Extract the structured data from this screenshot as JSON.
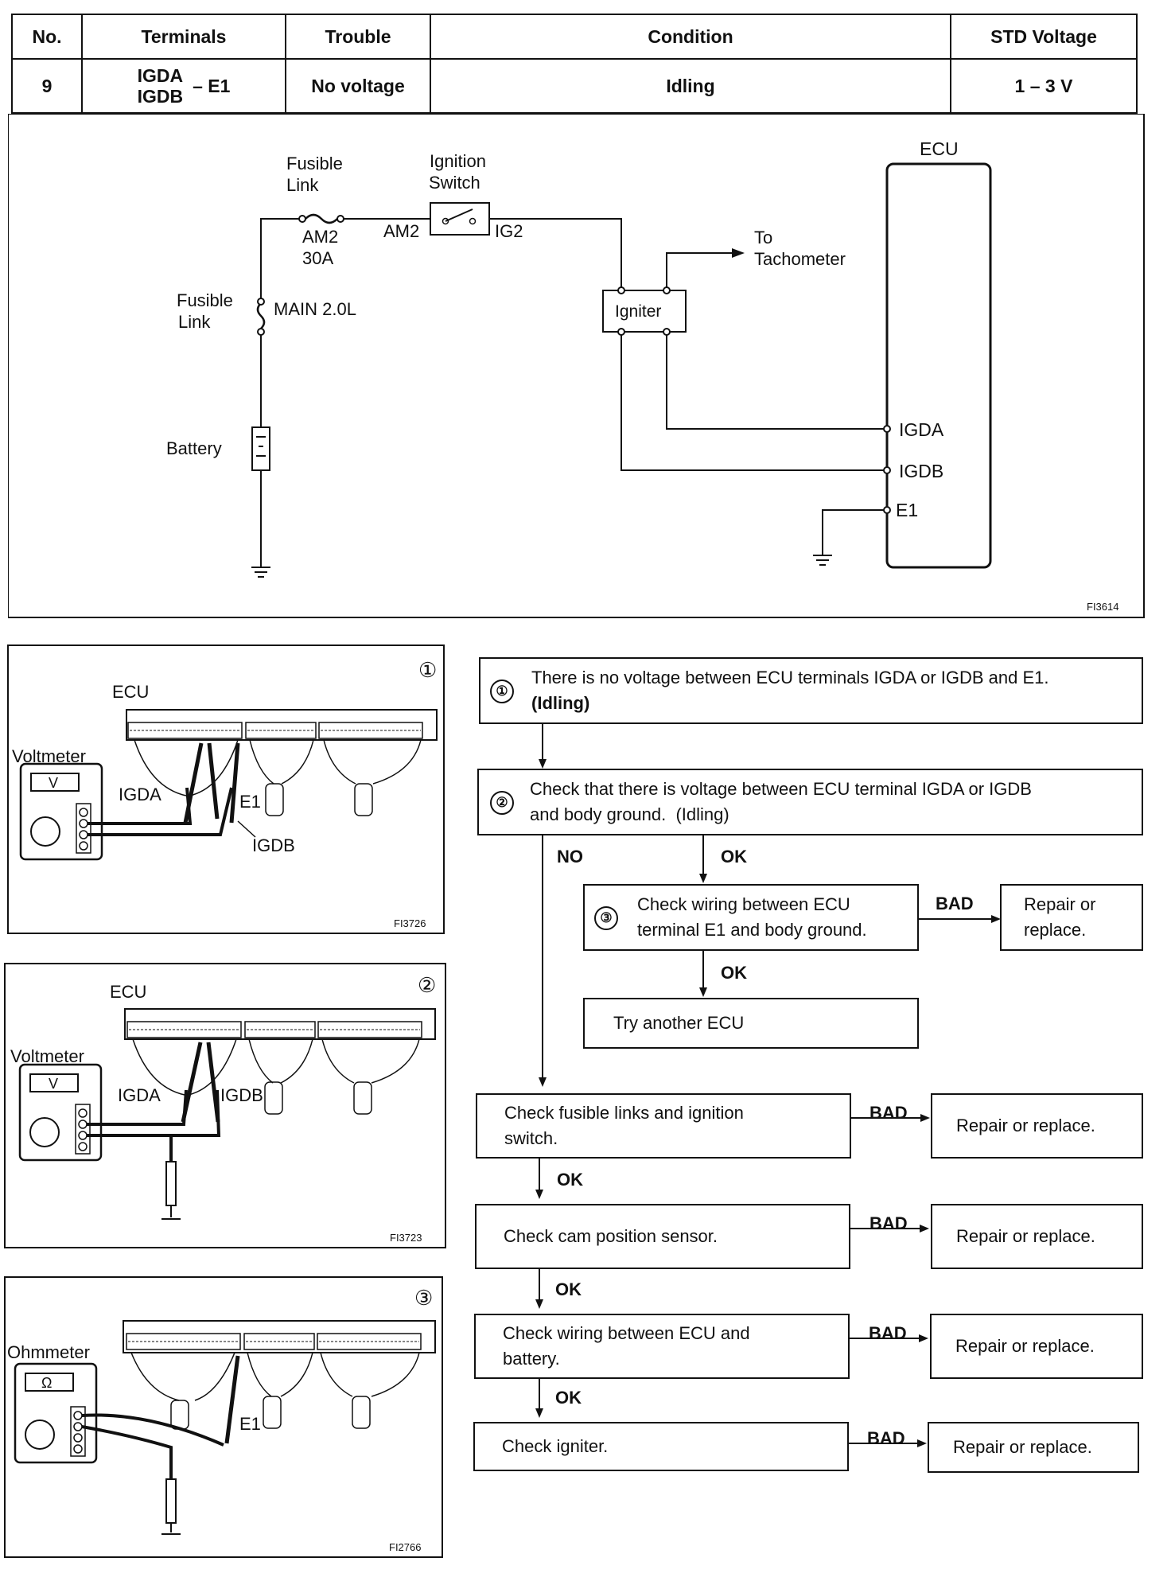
{
  "table": {
    "headers": {
      "no": "No.",
      "terminals": "Terminals",
      "trouble": "Trouble",
      "condition": "Condition",
      "std_voltage": "STD Voltage"
    },
    "row": {
      "no": "9",
      "terminal_a": "IGDA",
      "terminal_b": "IGDB",
      "dash_e1": "– E1",
      "trouble": "No voltage",
      "condition": "Idling",
      "std_voltage": "1 – 3 V"
    }
  },
  "circuit": {
    "ecu": "ECU",
    "fusible_link_top_1": "Fusible",
    "fusible_link_top_2": "Link",
    "am2": "AM2",
    "am2_rating": "30A",
    "ignition_switch_1": "Ignition",
    "ignition_switch_2": "Switch",
    "am2_side": "AM2",
    "ig2": "IG2",
    "to_tacho_1": "To",
    "to_tacho_2": "Tachometer",
    "igniter": "Igniter",
    "fusible_link_left_1": "Fusible",
    "fusible_link_left_2": "Link",
    "main": "MAIN 2.0L",
    "battery": "Battery",
    "igda": "IGDA",
    "igdb": "IGDB",
    "e1": "E1",
    "fig_id": "FI3614"
  },
  "fig1": {
    "num": "①",
    "ecu": "ECU",
    "meter": "Voltmeter",
    "meter_face": "V",
    "igda": "IGDA",
    "e1": "E1",
    "igdb": "IGDB",
    "fig_id": "FI3726"
  },
  "fig2": {
    "num": "②",
    "ecu": "ECU",
    "meter": "Voltmeter",
    "meter_face": "V",
    "igda": "IGDA",
    "igdb": "IGDB",
    "fig_id": "FI3723"
  },
  "fig3": {
    "num": "③",
    "meter": "Ohmmeter",
    "meter_face": "Ω",
    "e1": "E1",
    "fig_id": "FI2766"
  },
  "flow": {
    "step1_num": "①",
    "step1_line1": "There is no voltage between ECU terminals IGDA or IGDB and E1.",
    "step1_line2": "(Idling)",
    "step2_num": "②",
    "step2_line1": "Check that there is voltage between ECU terminal IGDA or IGDB",
    "step2_line2": "and body ground.  (Idling)",
    "no": "NO",
    "ok_a": "OK",
    "step3_num": "③",
    "step3_line1": "Check wiring between ECU",
    "step3_line2": "terminal E1 and body ground.",
    "bad_a": "BAD",
    "repair_a_1": "Repair or",
    "repair_a_2": "replace.",
    "ok_b": "OK",
    "try_ecu": "Try another ECU",
    "check_fusible_1": "Check fusible links and ignition",
    "check_fusible_2": "switch.",
    "bad_b": "BAD",
    "repair_b": "Repair or replace.",
    "ok_c": "OK",
    "check_cam": "Check cam position sensor.",
    "bad_c": "BAD",
    "repair_c": "Repair or replace.",
    "ok_d": "OK",
    "check_wiring_1": "Check wiring between ECU and",
    "check_wiring_2": "battery.",
    "bad_d": "BAD",
    "repair_d": "Repair or replace.",
    "ok_e": "OK",
    "check_igniter": "Check igniter.",
    "bad_e": "BAD",
    "repair_e": "Repair or replace."
  }
}
